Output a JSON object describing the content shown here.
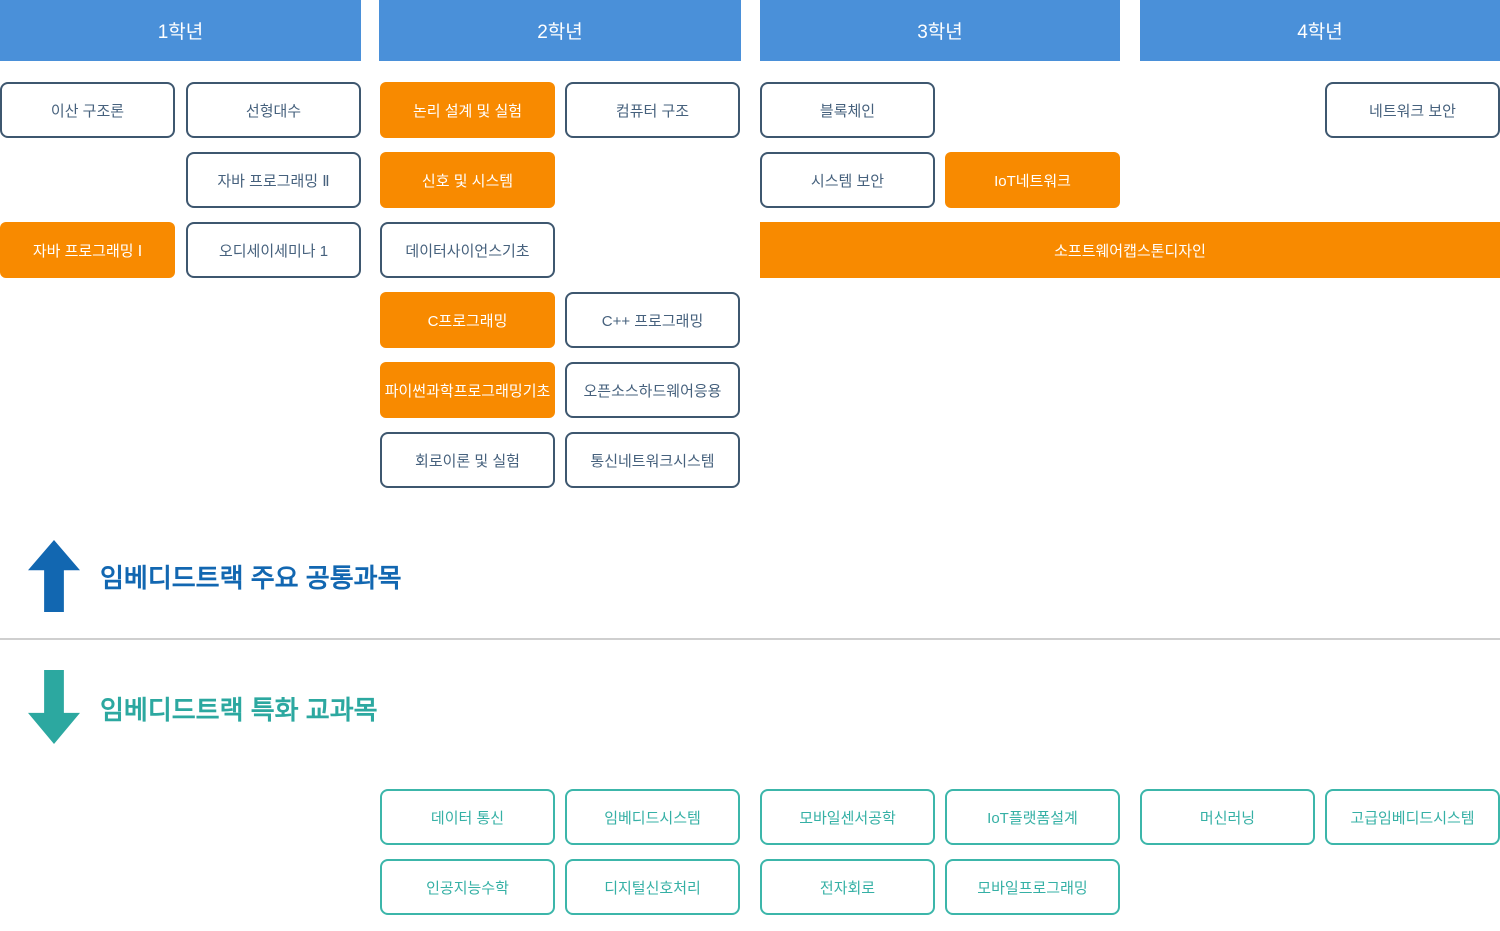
{
  "colors": {
    "year_header_bg": "#4A90D9",
    "year_header_text": "#FFFFFF",
    "highlight_orange": "#F88A00",
    "regular_border": "#3E576F",
    "regular_text": "#46617D",
    "specialized_teal": "#3CB6AA",
    "legend_common_blue": "#1267B1",
    "legend_special_teal": "#2CA8A0",
    "divider_gray": "#CFCFCF"
  },
  "year_headers": [
    {
      "label": "1학년"
    },
    {
      "label": "2학년"
    },
    {
      "label": "3학년"
    },
    {
      "label": "4학년"
    }
  ],
  "common_courses": [
    {
      "label": "이산 구조론",
      "year": 1,
      "highlighted": false
    },
    {
      "label": "선형대수",
      "year": 1,
      "highlighted": false
    },
    {
      "label": "논리 설계 및 실험",
      "year": 2,
      "highlighted": true
    },
    {
      "label": "컴퓨터 구조",
      "year": 2,
      "highlighted": false
    },
    {
      "label": "블록체인",
      "year": 3,
      "highlighted": false
    },
    {
      "label": "네트워크 보안",
      "year": 4,
      "highlighted": false
    },
    {
      "label": "자바 프로그래밍 Ⅱ",
      "year": 1,
      "highlighted": false
    },
    {
      "label": "신호 및 시스템",
      "year": 2,
      "highlighted": true
    },
    {
      "label": "시스템 보안",
      "year": 3,
      "highlighted": false
    },
    {
      "label": "IoT네트워크",
      "year": 3,
      "highlighted": true
    },
    {
      "label": "자바 프로그래밍 Ⅰ",
      "year": 1,
      "highlighted": true
    },
    {
      "label": "오디세이세미나 1",
      "year": 1,
      "highlighted": false
    },
    {
      "label": "데이터사이언스기초",
      "year": 2,
      "highlighted": false
    },
    {
      "label": "소프트웨어캡스톤디자인",
      "year": "3-4",
      "highlighted": true
    },
    {
      "label": "C프로그래밍",
      "year": 2,
      "highlighted": true
    },
    {
      "label": "C++ 프로그래밍",
      "year": 2,
      "highlighted": false
    },
    {
      "label": "파이썬과학프로그래밍기초",
      "year": 2,
      "highlighted": true
    },
    {
      "label": "오픈소스하드웨어응용",
      "year": 2,
      "highlighted": false
    },
    {
      "label": "회로이론 및 실험",
      "year": 2,
      "highlighted": false
    },
    {
      "label": "통신네트워크시스템",
      "year": 2,
      "highlighted": false
    }
  ],
  "legend": {
    "common": {
      "label": "임베디드트랙 주요 공통과목",
      "arrow": "up-arrow"
    },
    "specialized": {
      "label": "임베디드트랙 특화 교과목",
      "arrow": "down-arrow"
    }
  },
  "specialized_courses": [
    {
      "label": "데이터 통신"
    },
    {
      "label": "임베디드시스템"
    },
    {
      "label": "모바일센서공학"
    },
    {
      "label": "IoT플랫폼설계"
    },
    {
      "label": "머신러닝"
    },
    {
      "label": "고급임베디드시스템"
    },
    {
      "label": "인공지능수학"
    },
    {
      "label": "디지털신호처리"
    },
    {
      "label": "전자회로"
    },
    {
      "label": "모바일프로그래밍"
    }
  ]
}
